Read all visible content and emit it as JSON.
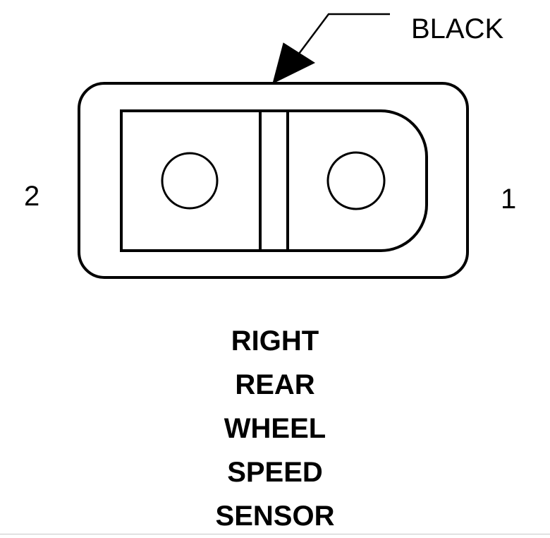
{
  "connector": {
    "color_label": "BLACK",
    "pin_left": "2",
    "pin_right": "1"
  },
  "title_lines": [
    "RIGHT",
    "REAR",
    "WHEEL",
    "SPEED",
    "SENSOR"
  ],
  "colors": {
    "stroke": "#000000",
    "background": "#ffffff"
  }
}
